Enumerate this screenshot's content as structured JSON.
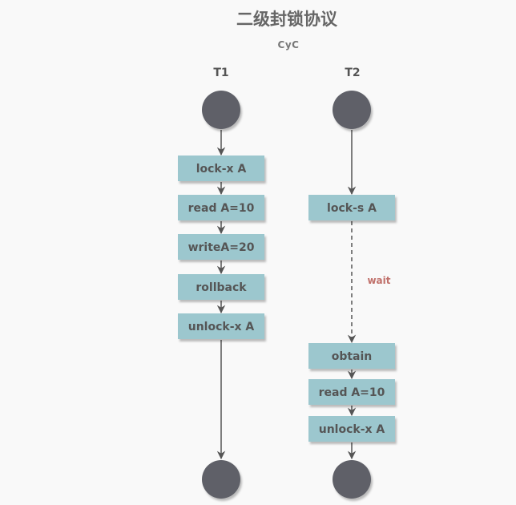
{
  "title": "二级封锁协议",
  "subtitle": "CyC",
  "colors": {
    "step_fill": "#9cc7ce",
    "node_fill": "#5f6168",
    "line": "#555555",
    "wait_text": "#c0706a"
  },
  "lanes": [
    {
      "label": "T1",
      "steps": [
        "lock-x A",
        "read A=10",
        "writeA=20",
        "rollback",
        "unlock-x A"
      ]
    },
    {
      "label": "T2",
      "steps": [
        "lock-s A",
        "obtain",
        "read A=10",
        "unlock-x A"
      ]
    }
  ],
  "wait_label": "wait"
}
